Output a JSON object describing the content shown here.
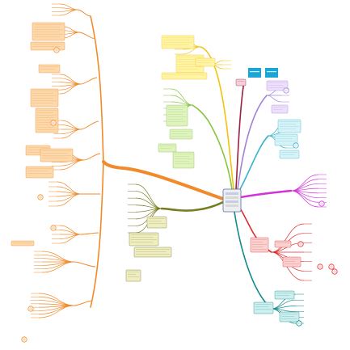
{
  "map": {
    "central": {
      "label": "",
      "fill": "#eeeeee",
      "border": "#5a6aa8"
    },
    "branches": [
      {
        "key": "orange",
        "color": "#f08a2a",
        "note_fill": "#fcd9ad"
      },
      {
        "key": "yellow",
        "color": "#f2c20f",
        "note_fill": "#fff3a6"
      },
      {
        "key": "lime",
        "color": "#86c440",
        "note_fill": "#dff2c0"
      },
      {
        "key": "olive",
        "color": "#7a7a20",
        "note_fill": "#efeec3"
      },
      {
        "key": "maroon",
        "color": "#9c1f3f",
        "note_fill": "#f3d0da"
      },
      {
        "key": "lavender",
        "color": "#a680d8",
        "note_fill": "#ece0fb"
      },
      {
        "key": "cyan",
        "color": "#34b3c9",
        "note_fill": "#d8f3f7"
      },
      {
        "key": "magenta",
        "color": "#d233d8",
        "note_fill": "#f8d6f9"
      },
      {
        "key": "red",
        "color": "#e02b2b",
        "note_fill": "#fad2d2"
      },
      {
        "key": "teal",
        "color": "#148a8a",
        "note_fill": "#cdeeee"
      }
    ],
    "accent_boxes": [
      "#1aa7d6",
      "#1aa7d6"
    ]
  }
}
